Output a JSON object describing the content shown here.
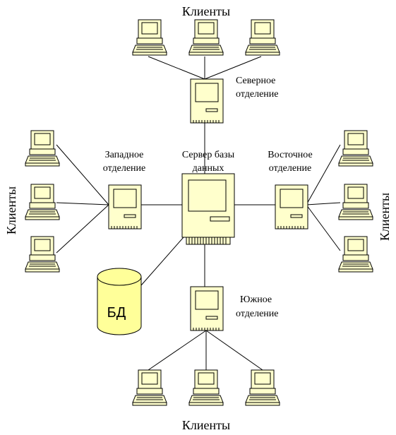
{
  "labels": {
    "clients_top": "Клиенты",
    "clients_bottom": "Клиенты",
    "clients_left": "Клиенты",
    "clients_right": "Клиенты",
    "north_1": "Северное",
    "north_2": "отделение",
    "west_1": "Западное",
    "west_2": "отделение",
    "east_1": "Восточное",
    "east_2": "отделение",
    "south_1": "Южное",
    "south_2": "отделение",
    "server_1": "Сервер базы",
    "server_2": "данных",
    "db": "БД"
  },
  "colors": {
    "device_fill": "#ffffcc",
    "db_fill": "#ffff99",
    "line": "#000000"
  }
}
